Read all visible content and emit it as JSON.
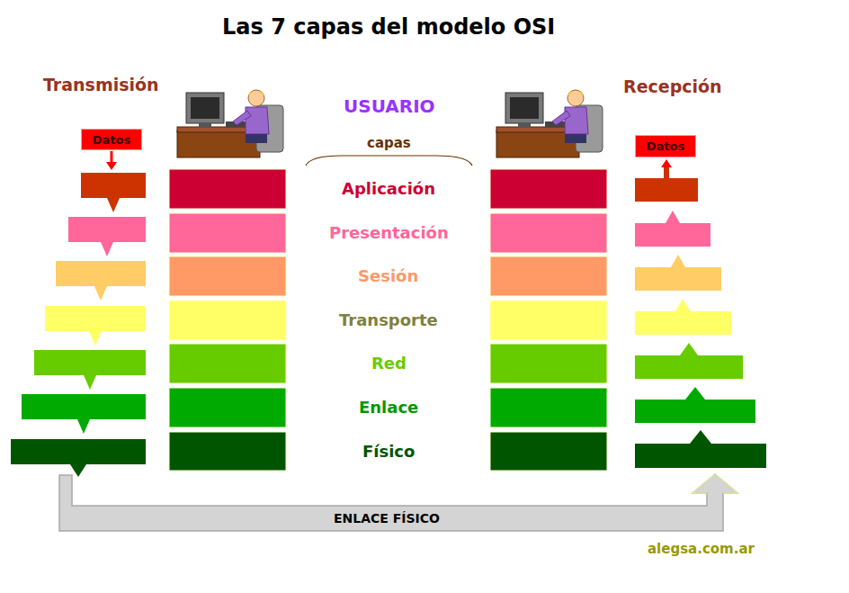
{
  "diagram": {
    "title": "Las 7 capas del modelo OSI",
    "nodes": [
      {
        "text": [
          "Datos"
        ]
      },
      {
        "text": [
          "Datos"
        ]
      }
    ],
    "labels": [
      "Transmisión",
      "Recepción",
      "USUARIO",
      "capas",
      "Aplicación",
      "Presentación",
      "Sesión",
      "Transporte",
      "Red",
      "Enlace",
      "Físico",
      "ENLACE FÍSICO",
      "alegsa.com.ar"
    ]
  }
}
